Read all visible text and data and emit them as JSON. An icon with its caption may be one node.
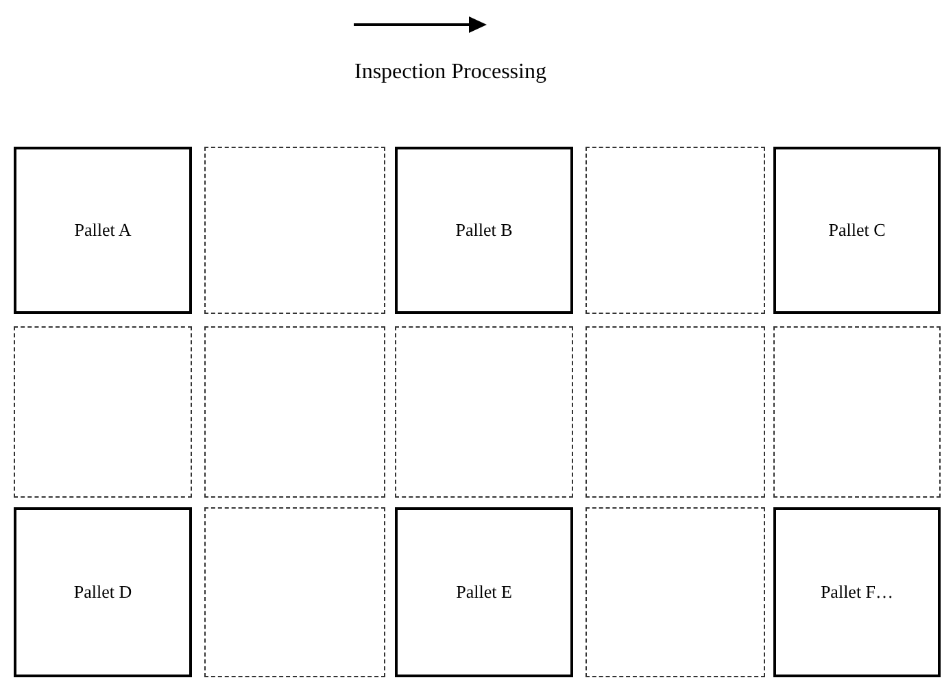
{
  "diagram": {
    "nodes": [
      {
        "text": [
          "Pallet A"
        ]
      },
      {
        "text": [],
        "shape": "box"
      },
      {
        "text": [
          "Pallet B"
        ]
      },
      {
        "text": [],
        "shape": "box"
      },
      {
        "text": [
          "Pallet C"
        ]
      },
      {
        "text": [],
        "shape": "box"
      },
      {
        "text": [],
        "shape": "box"
      },
      {
        "text": [],
        "shape": "box"
      },
      {
        "text": [],
        "shape": "box"
      },
      {
        "text": [],
        "shape": "box"
      },
      {
        "text": [
          "Pallet D"
        ]
      },
      {
        "text": [],
        "shape": "box"
      },
      {
        "text": [
          "Pallet E"
        ]
      },
      {
        "text": [],
        "shape": "box"
      },
      {
        "text": [
          "Pallet F…"
        ]
      }
    ],
    "labels": [
      "Inspection Processing"
    ]
  }
}
